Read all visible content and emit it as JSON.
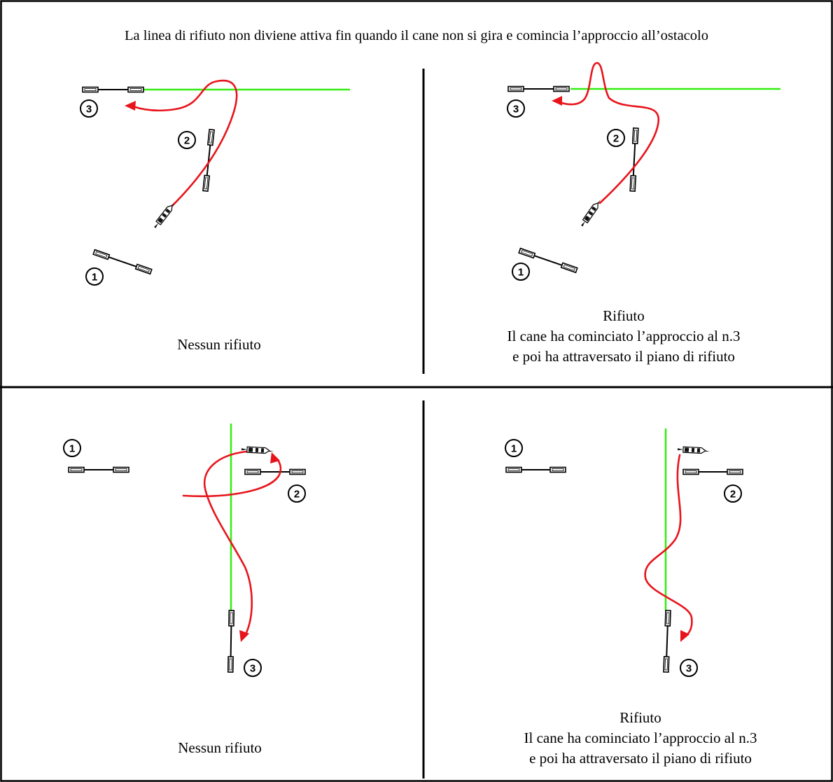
{
  "title": "La linea di rifiuto non diviene attiva fin quando il cane non si gira e comincia l’approccio all’ostacolo",
  "panels": [
    {
      "id": "top-left",
      "caption": [
        "Nessun rifiuto"
      ],
      "numbers": [
        "1",
        "2",
        "3"
      ]
    },
    {
      "id": "top-right",
      "caption": [
        "Rifiuto",
        "Il cane ha cominciato l’approccio al n.3",
        "e poi ha attraversato il piano di rifiuto"
      ],
      "numbers": [
        "1",
        "2",
        "3"
      ]
    },
    {
      "id": "bottom-left",
      "caption": [
        "Nessun rifiuto"
      ],
      "numbers": [
        "1",
        "2",
        "3"
      ]
    },
    {
      "id": "bottom-right",
      "caption": [
        "Rifiuto",
        "Il cane ha cominciato l’approccio al n.3",
        "e poi ha attraversato il piano di rifiuto"
      ],
      "numbers": [
        "1",
        "2",
        "3"
      ]
    }
  ],
  "colors": {
    "refusal_line": "#33ee11",
    "dog_path": "#e8141b",
    "ink": "#000000"
  }
}
